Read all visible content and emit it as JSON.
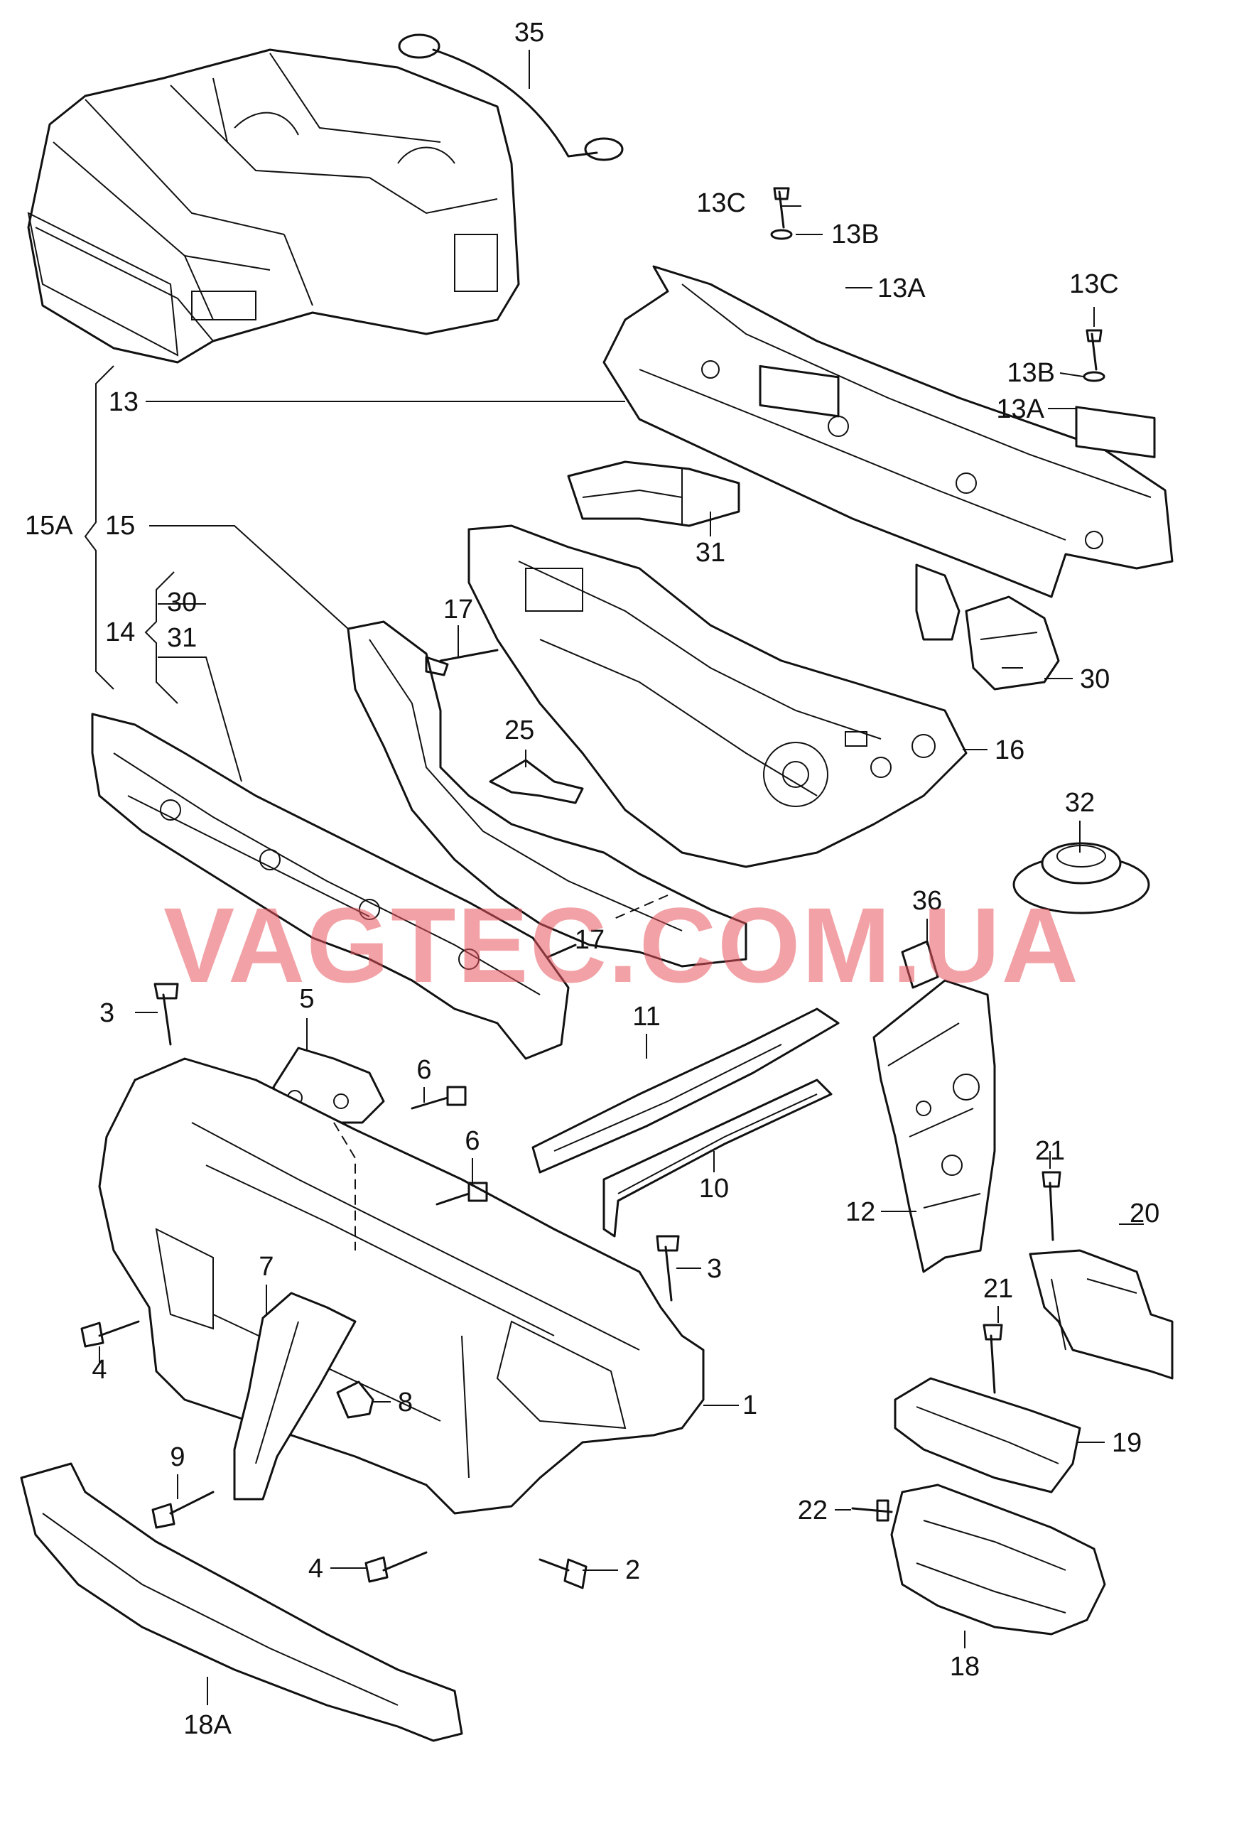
{
  "watermark": "VAGTEC.COM.UA",
  "callouts": {
    "c1": "1",
    "c2": "2",
    "c3a": "3",
    "c3b": "3",
    "c4a": "4",
    "c4b": "4",
    "c5": "5",
    "c6a": "6",
    "c6b": "6",
    "c7": "7",
    "c8": "8",
    "c9": "9",
    "c10": "10",
    "c11": "11",
    "c12": "12",
    "c13": "13",
    "c13a1": "13A",
    "c13a2": "13A",
    "c13b1": "13B",
    "c13b2": "13B",
    "c13c1": "13C",
    "c13c2": "13C",
    "c14": "14",
    "c15": "15",
    "c15a": "15A",
    "c16": "16",
    "c17a": "17",
    "c17b": "17",
    "c18": "18",
    "c18a": "18A",
    "c19": "19",
    "c20": "20",
    "c21a": "21",
    "c21b": "21",
    "c22": "22",
    "c25": "25",
    "c30a": "30",
    "c30b": "30",
    "c31a": "31",
    "c31b": "31",
    "c32": "32",
    "c35": "35",
    "c36": "36"
  }
}
